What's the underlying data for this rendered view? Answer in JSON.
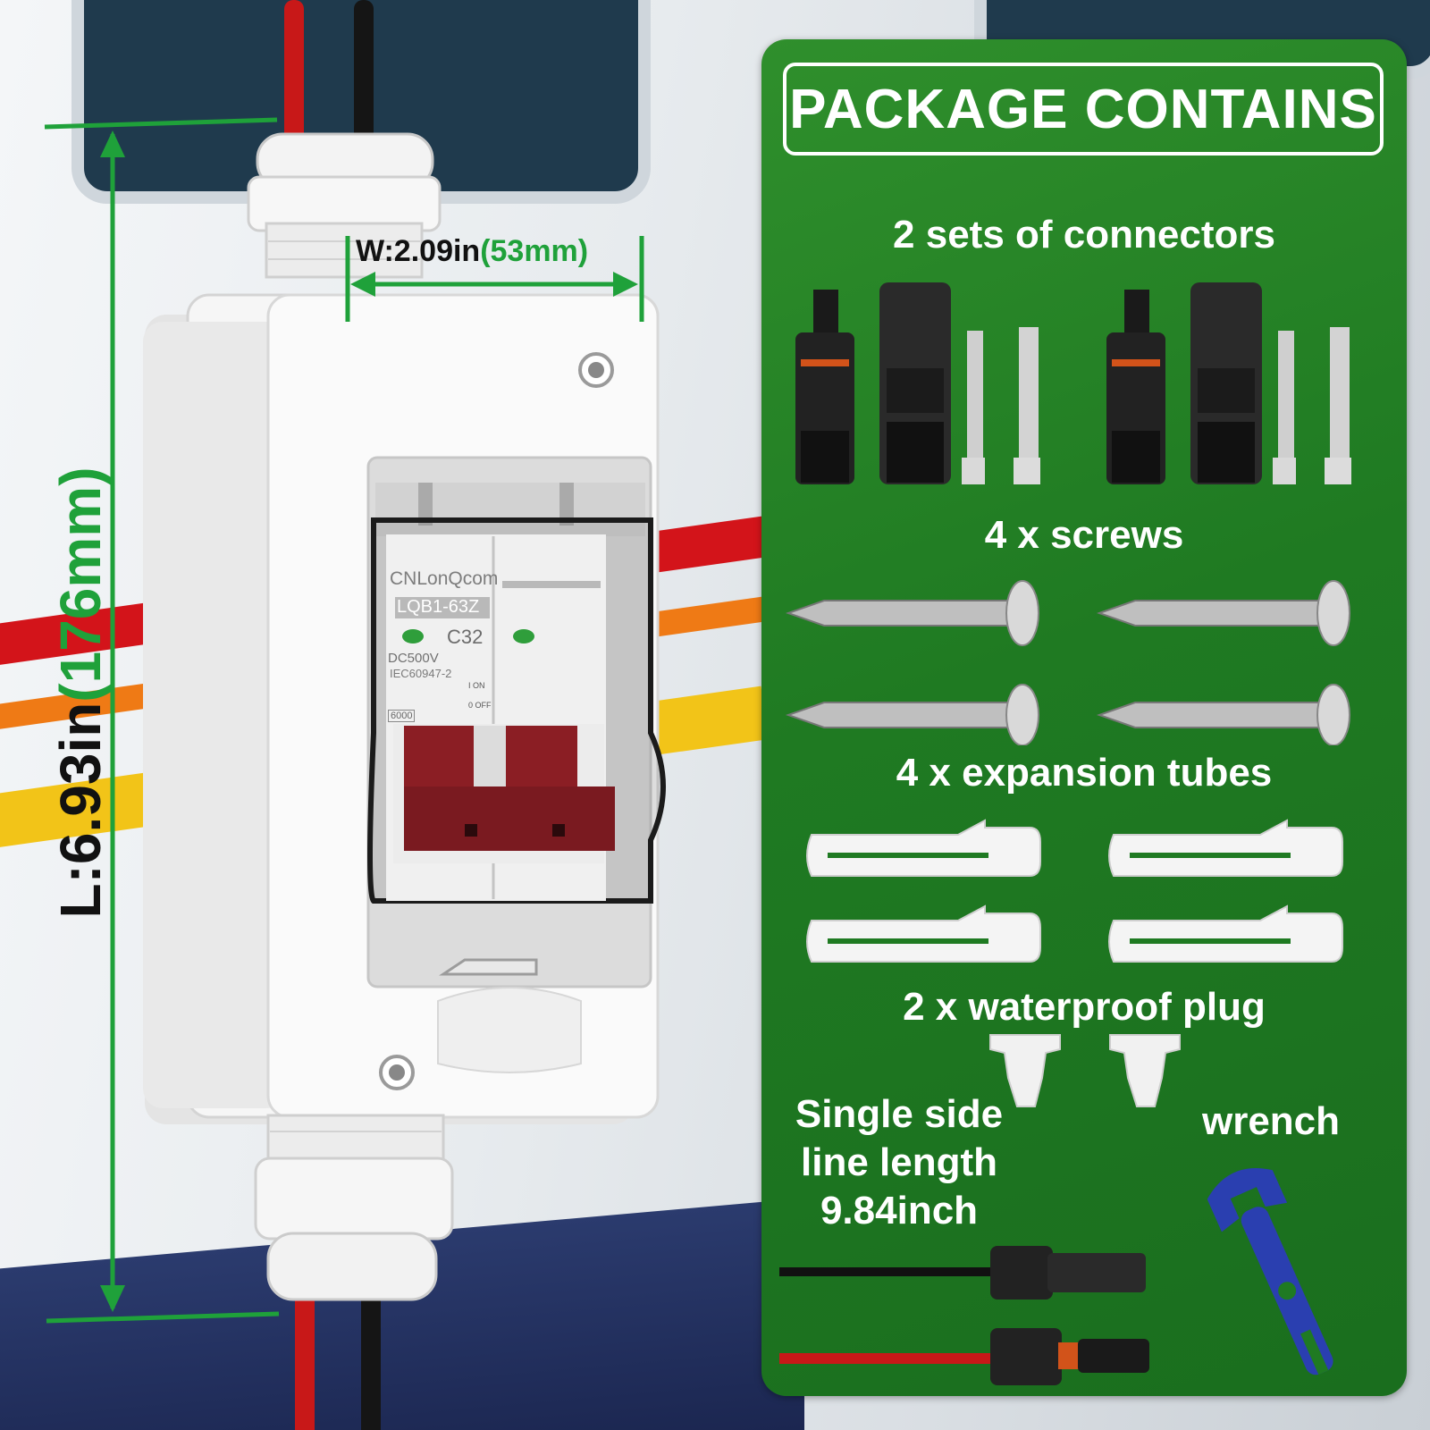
{
  "dimensions": {
    "width_label": "W:2.09in",
    "width_metric": "(53mm)",
    "length_label": "L:6.93in",
    "length_metric": "(176mm)"
  },
  "breaker": {
    "brand": "CNLonQcom",
    "model": "LQB1-63Z",
    "rating": "C32",
    "voltage": "DC500V",
    "standard": "IEC60947-2",
    "on_label": "I ON",
    "off_label": "0 OFF",
    "code": "6000"
  },
  "package": {
    "title": "PACKAGE CONTAINS",
    "connectors_label": "2 sets of connectors",
    "screws_label": "4 x screws",
    "tubes_label": "4 x expansion tubes",
    "plug_label": "2 x waterproof plug",
    "cable_label_line1": "Single side",
    "cable_label_line2": "line length",
    "cable_label_line3": "9.84inch",
    "wrench_label": "wrench"
  },
  "colors": {
    "panel_green": "#1f7a22",
    "dimension_green": "#16a34a",
    "cable_red": "#d11a1a",
    "breaker_handle": "#8b1e24",
    "wrench_blue": "#2a3fb0"
  }
}
